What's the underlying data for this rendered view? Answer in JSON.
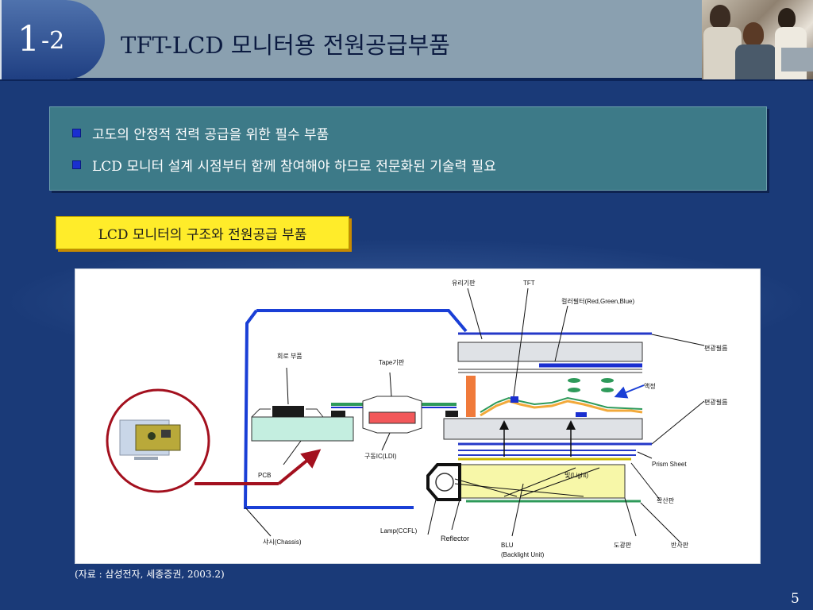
{
  "header": {
    "section_major": "1",
    "section_minor": "-2",
    "title": "TFT-LCD 모니터용 전원공급부품"
  },
  "bullets": [
    "고도의 안정적 전력 공급을 위한 필수 부품",
    "LCD 모니터 설계 시점부터 함께 참여해야 하므로 전문화된 기술력 필요"
  ],
  "section_label": "LCD 모니터의 구조와 전원공급 부품",
  "diagram": {
    "labels": {
      "glass": "유리기판",
      "tft": "TFT",
      "color_filter": "컬러필터(Red,Green,Blue)",
      "polarizer_top": "편광필름",
      "liquid_crystal": "액정",
      "polarizer_bottom": "편광필름",
      "prism": "Prism Sheet",
      "diffuser": "확산판",
      "light": "빛(Light)",
      "circuit_part": "회로 부품",
      "tape": "Tape기판",
      "driver_ic": "구동IC(LDI)",
      "pcb": "PCB",
      "chassis": "샤시(Chassis)",
      "lamp": "Lamp(CCFL)",
      "reflector": "Reflector",
      "blu": "BLU",
      "blu_full": "(Backlight Unit)",
      "light_guide": "도광판",
      "reflector_sheet": "반사판"
    },
    "colors": {
      "chassis": "#1a3fd6",
      "pointer_red": "#a3101e",
      "circle": "#a3101e",
      "pcb": "#c4eee0",
      "yellow_panel": "#f7f7a8",
      "driver_ic": "#f2585a",
      "orange": "#f07a3a",
      "green": "#2e9a5a"
    }
  },
  "source_note": "(자료 : 삼성전자, 세종증권, 2003.2)",
  "page_number": "5"
}
